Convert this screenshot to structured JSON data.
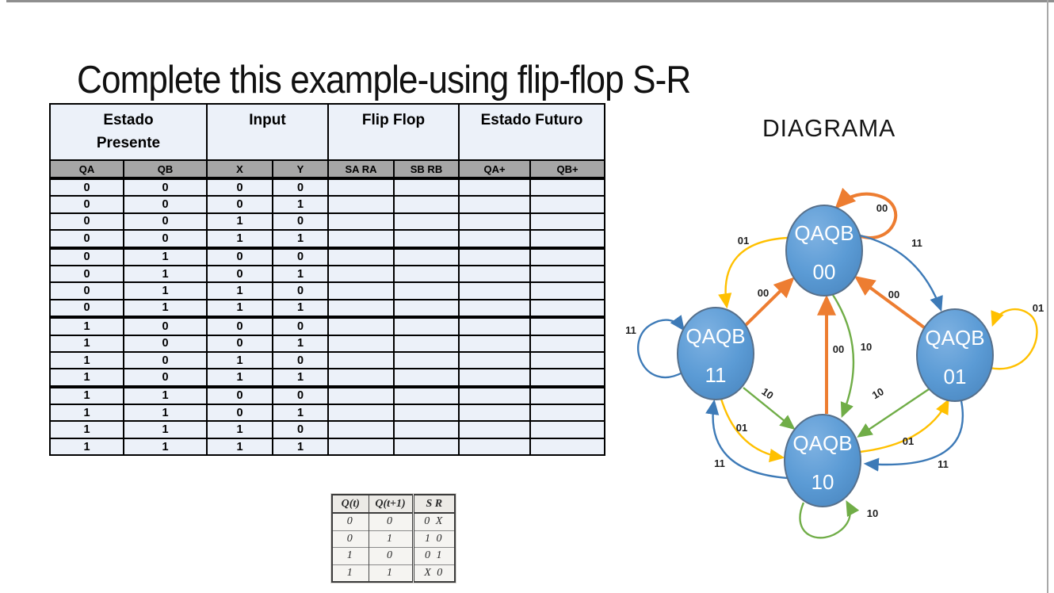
{
  "page": {
    "title": "Complete this example-using flip-flop S-R"
  },
  "truth_table": {
    "group_headers": [
      {
        "label": "Estado Presente",
        "span": 2
      },
      {
        "label": "Input",
        "span": 2
      },
      {
        "label": "Flip Flop",
        "span": 2
      },
      {
        "label": "Estado Futuro",
        "span": 2
      }
    ],
    "columns": [
      "QA",
      "QB",
      "X",
      "Y",
      "SA RA",
      "SB RB",
      "QA+",
      "QB+"
    ],
    "rows": [
      [
        "0",
        "0",
        "0",
        "0",
        "",
        "",
        "",
        ""
      ],
      [
        "0",
        "0",
        "0",
        "1",
        "",
        "",
        "",
        ""
      ],
      [
        "0",
        "0",
        "1",
        "0",
        "",
        "",
        "",
        ""
      ],
      [
        "0",
        "0",
        "1",
        "1",
        "",
        "",
        "",
        ""
      ],
      [
        "0",
        "1",
        "0",
        "0",
        "",
        "",
        "",
        ""
      ],
      [
        "0",
        "1",
        "0",
        "1",
        "",
        "",
        "",
        ""
      ],
      [
        "0",
        "1",
        "1",
        "0",
        "",
        "",
        "",
        ""
      ],
      [
        "0",
        "1",
        "1",
        "1",
        "",
        "",
        "",
        ""
      ],
      [
        "1",
        "0",
        "0",
        "0",
        "",
        "",
        "",
        ""
      ],
      [
        "1",
        "0",
        "0",
        "1",
        "",
        "",
        "",
        ""
      ],
      [
        "1",
        "0",
        "1",
        "0",
        "",
        "",
        "",
        ""
      ],
      [
        "1",
        "0",
        "1",
        "1",
        "",
        "",
        "",
        ""
      ],
      [
        "1",
        "1",
        "0",
        "0",
        "",
        "",
        "",
        ""
      ],
      [
        "1",
        "1",
        "0",
        "1",
        "",
        "",
        "",
        ""
      ],
      [
        "1",
        "1",
        "1",
        "0",
        "",
        "",
        "",
        ""
      ],
      [
        "1",
        "1",
        "1",
        "1",
        "",
        "",
        "",
        ""
      ]
    ]
  },
  "excitation_table": {
    "columns": [
      "Q(t)",
      "Q(t+1)",
      "S R"
    ],
    "rows": [
      [
        "0",
        "0",
        "0 X"
      ],
      [
        "0",
        "1",
        "1 0"
      ],
      [
        "1",
        "0",
        "0 1"
      ],
      [
        "1",
        "1",
        "X 0"
      ]
    ]
  },
  "diagram": {
    "title": "DIAGRAMA",
    "states": {
      "s00": {
        "line1": "QAQB",
        "line2": "00"
      },
      "s11": {
        "line1": "QAQB",
        "line2": "11"
      },
      "s01": {
        "line1": "QAQB",
        "line2": "01"
      },
      "s10": {
        "line1": "QAQB",
        "line2": "10"
      }
    },
    "transitions": {
      "t1": {
        "from": "00",
        "to": "00",
        "label": "00",
        "color": "orange"
      },
      "t2": {
        "from": "00",
        "to": "11",
        "label": "01",
        "color": "yellow"
      },
      "t3": {
        "from": "00",
        "to": "01",
        "label": "11",
        "color": "blue"
      },
      "t4": {
        "from": "11",
        "to": "00",
        "label": "00",
        "color": "orange"
      },
      "t5": {
        "from": "01",
        "to": "00",
        "label": "00",
        "color": "orange"
      },
      "t6": {
        "from": "10",
        "to": "00",
        "label": "00",
        "color": "orange"
      },
      "t7": {
        "from": "00",
        "to": "10",
        "label": "10",
        "color": "green"
      },
      "t8": {
        "from": "11",
        "to": "10",
        "label": "10",
        "color": "green"
      },
      "t9": {
        "from": "01",
        "to": "10",
        "label": "10",
        "color": "green"
      },
      "t10": {
        "from": "10",
        "to": "10",
        "label": "10",
        "color": "green"
      },
      "t11": {
        "from": "11",
        "to": "11",
        "label": "11",
        "color": "blue"
      },
      "t12": {
        "from": "01",
        "to": "01",
        "label": "01",
        "color": "yellow"
      },
      "t13": {
        "from": "11",
        "to": "10",
        "label": "01",
        "color": "yellow"
      },
      "t14": {
        "from": "10",
        "to": "11",
        "label": "11",
        "color": "blue"
      },
      "t15": {
        "from": "10",
        "to": "01",
        "label": "01",
        "color": "yellow"
      },
      "t16": {
        "from": "01",
        "to": "10",
        "label": "11",
        "color": "blue"
      }
    },
    "colors": {
      "orange": "#ED7D31",
      "yellow": "#FFC000",
      "green": "#70AD47",
      "blue": "#3D7AB7",
      "node_fill": "#5B9BD5",
      "node_border": "#56708C"
    }
  }
}
